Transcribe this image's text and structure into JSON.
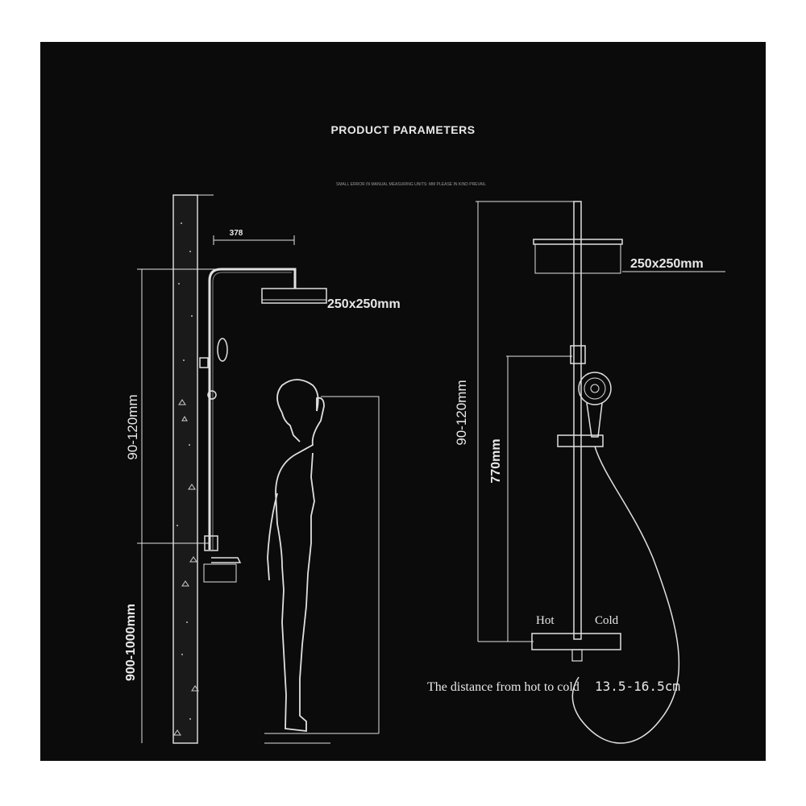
{
  "title": "PRODUCT PARAMETERS",
  "subtitle": "SMALL ERROR IN MANUAL MEASURING UNITS: MM PLEASE IN KIND PREVAIL",
  "left_diagram": {
    "arm_width_label": "378",
    "head_size_label": "250x250mm",
    "upper_height_label": "90-120mm",
    "lower_height_label": "900-1000mm"
  },
  "right_diagram": {
    "head_size_label": "250x250mm",
    "upper_height_label": "90-120mm",
    "slide_height_label": "770mm",
    "hot_label": "Hot",
    "cold_label": "Cold",
    "distance_note": "The distance from hot to cold",
    "distance_value": "13.5-16.5cm"
  },
  "colors": {
    "background": "#0b0b0b",
    "line": "#e8e8e8",
    "accent_line": "#b0b0b0"
  }
}
